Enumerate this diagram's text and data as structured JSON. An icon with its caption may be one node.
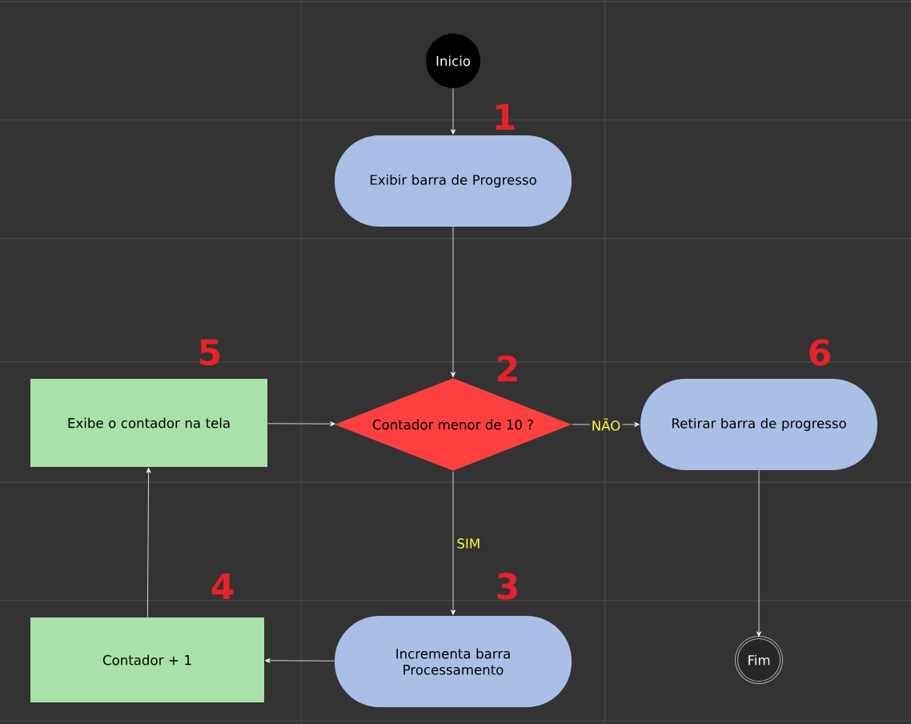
{
  "diagram": {
    "nodes": [
      {
        "text": [
          "Inicio"
        ]
      },
      {
        "text": [
          "Exibir barra de Progresso"
        ],
        "beside": [
          "1"
        ]
      },
      {
        "text": [
          "Contador menor de 10 ?"
        ],
        "beside": [
          "2"
        ]
      },
      {
        "text": [
          "Incrementa barra Processamento"
        ],
        "beside": [
          "3"
        ]
      },
      {
        "text": [
          "Contador + 1"
        ],
        "beside": [
          "4"
        ]
      },
      {
        "text": [
          "Exibe o contador na tela"
        ],
        "beside": [
          "5"
        ]
      },
      {
        "text": [
          "Retirar barra de progresso"
        ],
        "beside": [
          "6"
        ]
      },
      {
        "text": [
          "Fim"
        ]
      }
    ],
    "edges": [
      {
        "from": 0,
        "to": 1,
        "arrow": "to"
      },
      {
        "from": 1,
        "to": 2,
        "arrow": "to"
      },
      {
        "from": 2,
        "to": 6,
        "arrow": "to",
        "label": "NÃO"
      },
      {
        "from": 2,
        "to": 3,
        "arrow": "to",
        "label": "SIM"
      },
      {
        "from": 3,
        "to": 4,
        "arrow": "to"
      },
      {
        "from": 4,
        "to": 5,
        "arrow": "to"
      },
      {
        "from": 5,
        "to": 2,
        "arrow": "to"
      },
      {
        "from": 6,
        "to": 7,
        "arrow": "to"
      }
    ]
  }
}
